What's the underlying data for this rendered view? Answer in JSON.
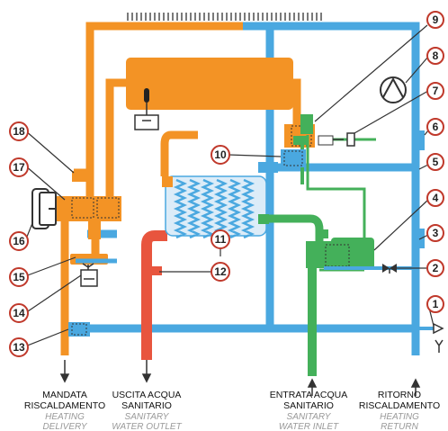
{
  "colors": {
    "hot": "#f39325",
    "cold": "#4aa8e0",
    "dhw_out": "#e8553e",
    "dhw_in": "#44b05a",
    "line": "#333333",
    "badge_fill": "#ffffff",
    "badge_stroke": "#c0392b"
  },
  "badges": {
    "b1": "1",
    "b2": "2",
    "b3": "3",
    "b4": "4",
    "b5": "5",
    "b6": "6",
    "b7": "7",
    "b8": "8",
    "b9": "9",
    "b10": "10",
    "b11": "11",
    "b12": "12",
    "b13": "13",
    "b14": "14",
    "b15": "15",
    "b16": "16",
    "b17": "17",
    "b18": "18"
  },
  "labels": {
    "heating_delivery": {
      "it_1": "MANDATA",
      "it_2": "RISCALDAMENTO",
      "en_1": "HEATING",
      "en_2": "DELIVERY"
    },
    "sanitary_outlet": {
      "it_1": "USCITA ACQUA",
      "it_2": "SANITARIO",
      "en_1": "SANITARY",
      "en_2": "WATER OUTLET"
    },
    "sanitary_inlet": {
      "it_1": "ENTRATA ACQUA",
      "it_2": "SANITARIO",
      "en_1": "SANITARY",
      "en_2": "WATER INLET"
    },
    "heating_return": {
      "it_1": "RITORNO",
      "it_2": "RISCALDAMENTO",
      "en_1": "HEATING",
      "en_2": "RETURN"
    }
  }
}
